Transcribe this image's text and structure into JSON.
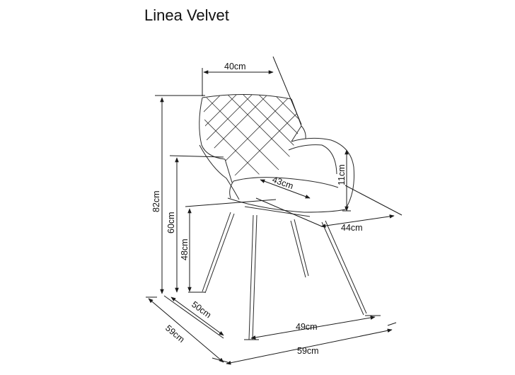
{
  "title": "Linea Velvet",
  "dimensions": {
    "backrest_width": "40cm",
    "seat_depth": "43cm",
    "armrest_height": "11cm",
    "total_height": "82cm",
    "armrest_floor_height": "60cm",
    "seat_height": "48cm",
    "seat_width": "44cm",
    "leg_depth": "50cm",
    "leg_width": "49cm",
    "total_depth": "59cm",
    "total_width": "59cm"
  },
  "colors": {
    "line": "#1a1a1a",
    "background": "#ffffff"
  }
}
